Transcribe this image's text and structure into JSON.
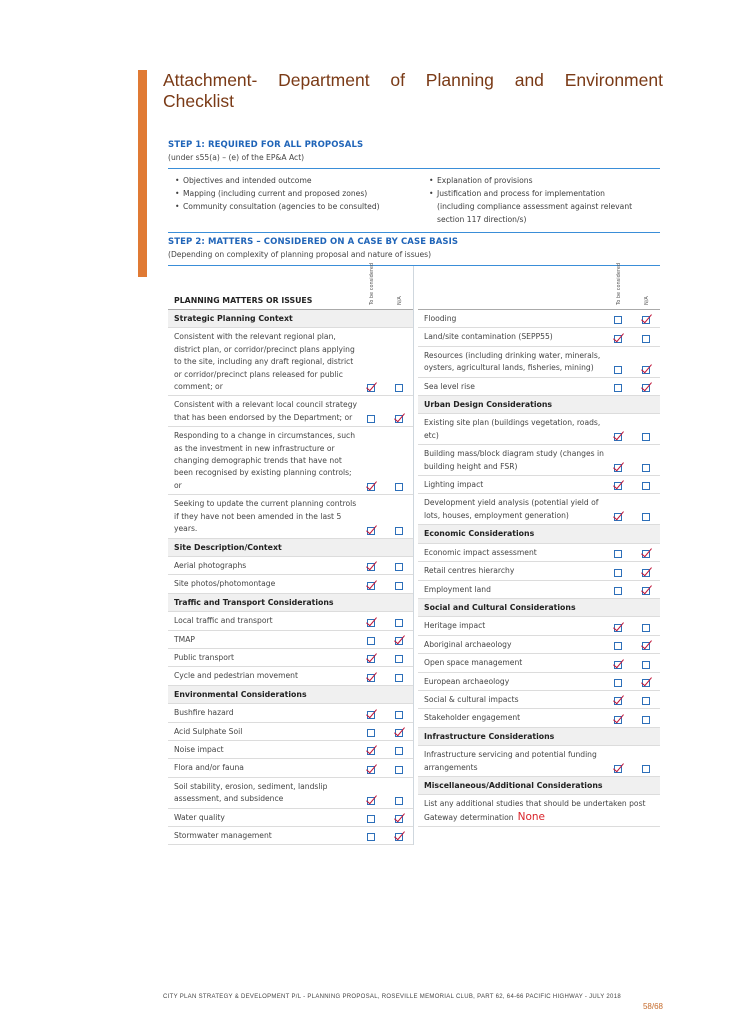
{
  "attachment": {
    "title_line1": [
      "Attachment-",
      "Department",
      "of",
      "Planning",
      "and",
      "Environment"
    ],
    "title_line2": "Checklist"
  },
  "step1": {
    "title": "STEP 1: REQUIRED FOR ALL PROPOSALS",
    "subtitle": "(under s55(a) – (e) of the EP&A Act)",
    "left_items": [
      "Objectives and intended outcome",
      "Mapping (including current and proposed zones)",
      "Community consultation (agencies to be consulted)"
    ],
    "right_items": [
      "Explanation of provisions",
      "Justification and process for implementation",
      "(including compliance assessment against relevant",
      "section 117 direction/s)"
    ]
  },
  "step2": {
    "title": "STEP 2: MATTERS – CONSIDERED ON A CASE BY CASE BASIS",
    "subtitle": "(Depending on complexity of planning proposal and nature of issues)"
  },
  "table": {
    "heading": "PLANNING MATTERS OR ISSUES",
    "col1": "To be considered",
    "col2": "N/A",
    "left_rows": [
      {
        "type": "section",
        "label": "Strategic Planning Context"
      },
      {
        "type": "item",
        "label": "Consistent with the relevant regional plan, district plan, or corridor/precinct plans applying to the site, including any draft regional, district or corridor/precinct plans released for public comment; or",
        "considered": true,
        "na": false
      },
      {
        "type": "item",
        "label": "Consistent with a relevant local council strategy that has been endorsed by the Department; or",
        "considered": false,
        "na": true
      },
      {
        "type": "item",
        "label": "Responding to a change in circumstances, such as the investment in new infrastructure or changing demographic trends that have not been recognised by existing planning controls; or",
        "considered": true,
        "na": false
      },
      {
        "type": "item",
        "label": "Seeking to update the current planning controls if they have not been amended in the last 5 years.",
        "considered": true,
        "na": false
      },
      {
        "type": "section",
        "label": "Site Description/Context"
      },
      {
        "type": "item",
        "label": "Aerial photographs",
        "considered": true,
        "na": false
      },
      {
        "type": "item",
        "label": "Site photos/photomontage",
        "considered": true,
        "na": false
      },
      {
        "type": "section",
        "label": "Traffic and Transport Considerations"
      },
      {
        "type": "item",
        "label": "Local traffic and transport",
        "considered": true,
        "na": false
      },
      {
        "type": "item",
        "label": "TMAP",
        "considered": false,
        "na": true
      },
      {
        "type": "item",
        "label": "Public transport",
        "considered": true,
        "na": false
      },
      {
        "type": "item",
        "label": "Cycle and pedestrian movement",
        "considered": true,
        "na": false
      },
      {
        "type": "section",
        "label": "Environmental Considerations"
      },
      {
        "type": "item",
        "label": "Bushfire hazard",
        "considered": true,
        "na": false
      },
      {
        "type": "item",
        "label": "Acid Sulphate Soil",
        "considered": false,
        "na": true
      },
      {
        "type": "item",
        "label": "Noise impact",
        "considered": true,
        "na": false
      },
      {
        "type": "item",
        "label": "Flora and/or fauna",
        "considered": true,
        "na": false
      },
      {
        "type": "item",
        "label": "Soil stability, erosion, sediment, landslip assessment, and subsidence",
        "considered": true,
        "na": false
      },
      {
        "type": "item",
        "label": "Water quality",
        "considered": false,
        "na": true
      },
      {
        "type": "item",
        "label": "Stormwater management",
        "considered": false,
        "na": true
      }
    ],
    "right_rows": [
      {
        "type": "item",
        "label": "Flooding",
        "considered": false,
        "na": true
      },
      {
        "type": "item",
        "label": "Land/site contamination (SEPP55)",
        "considered": true,
        "na": false
      },
      {
        "type": "item",
        "label": "Resources (including drinking water, minerals, oysters, agricultural lands, fisheries, mining)",
        "considered": false,
        "na": true
      },
      {
        "type": "item",
        "label": "Sea level rise",
        "considered": false,
        "na": true
      },
      {
        "type": "section",
        "label": "Urban Design Considerations"
      },
      {
        "type": "item",
        "label": "Existing site plan (buildings vegetation, roads, etc)",
        "considered": true,
        "na": false
      },
      {
        "type": "item",
        "label": "Building mass/block diagram study (changes in building height and FSR)",
        "considered": true,
        "na": false
      },
      {
        "type": "item",
        "label": "Lighting impact",
        "considered": true,
        "na": false
      },
      {
        "type": "item",
        "label": "Development yield analysis (potential yield of lots, houses, employment generation)",
        "considered": true,
        "na": false
      },
      {
        "type": "section",
        "label": "Economic Considerations"
      },
      {
        "type": "item",
        "label": "Economic impact assessment",
        "considered": false,
        "na": true
      },
      {
        "type": "item",
        "label": "Retail centres hierarchy",
        "considered": false,
        "na": true
      },
      {
        "type": "item",
        "label": "Employment land",
        "considered": false,
        "na": true
      },
      {
        "type": "section",
        "label": "Social and Cultural Considerations"
      },
      {
        "type": "item",
        "label": "Heritage impact",
        "considered": true,
        "na": false
      },
      {
        "type": "item",
        "label": "Aboriginal archaeology",
        "considered": false,
        "na": true
      },
      {
        "type": "item",
        "label": "Open space management",
        "considered": true,
        "na": false
      },
      {
        "type": "item",
        "label": "European archaeology",
        "considered": false,
        "na": true
      },
      {
        "type": "item",
        "label": "Social & cultural impacts",
        "considered": true,
        "na": false
      },
      {
        "type": "item",
        "label": "Stakeholder engagement",
        "considered": true,
        "na": false
      },
      {
        "type": "section",
        "label": "Infrastructure Considerations"
      },
      {
        "type": "item",
        "label": "Infrastructure servicing and potential funding arrangements",
        "considered": true,
        "na": false
      },
      {
        "type": "section",
        "label": "Miscellaneous/Additional Considerations"
      },
      {
        "type": "note",
        "label": "List any additional studies that should be undertaken post Gateway determination",
        "value": "None"
      }
    ]
  },
  "footer": {
    "text": "CITY PLAN STRATEGY & DEVELOPMENT P/L - PLANNING PROPOSAL, ROSEVILLE MEMORIAL CLUB, PART 62, 64-66 PACIFIC HIGHWAY - JULY 2018",
    "page": "58/68"
  }
}
